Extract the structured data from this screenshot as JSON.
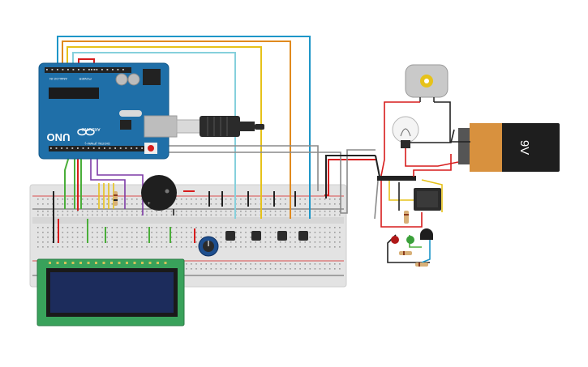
{
  "arduino": {
    "brand": "ARDUINO",
    "model": "UNO",
    "analog_header": "ANALOG IN",
    "power_header": "POWER",
    "digital_header": "DIGITAL (PWM~)"
  },
  "battery": {
    "label": "9V"
  },
  "colors": {
    "arduino_board": "#1f6fa8",
    "breadboard": "#e3e3e3",
    "lcd_pcb": "#39a25b",
    "lcd_screen": "#1c2c5c",
    "battery_body": "#1e1e1e",
    "battery_top": "#d8913e",
    "wire_blue": "#1e96c8",
    "wire_orange": "#e08a1e",
    "wire_yellow": "#e6c21a",
    "wire_cyan": "#86d0dc",
    "wire_red": "#d71c1c",
    "wire_black": "#222222",
    "wire_green": "#4aae3a",
    "wire_gray": "#8a8a8a",
    "wire_purple": "#7d3aa6"
  },
  "components": [
    "arduino-uno",
    "breadboard",
    "lcd-16x2",
    "piezo-buzzer",
    "potentiometer",
    "push-buttons",
    "dc-motor",
    "light-bulb",
    "battery-9v",
    "relay",
    "leds",
    "transistor",
    "resistors"
  ]
}
